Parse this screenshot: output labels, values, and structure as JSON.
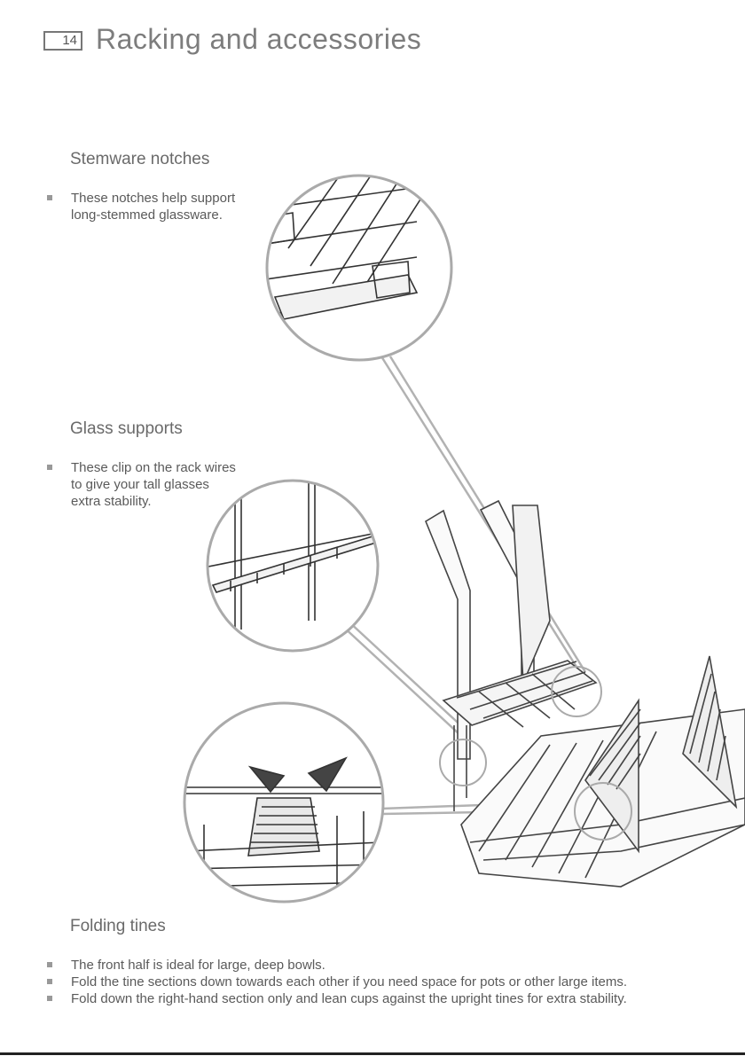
{
  "page": {
    "number": "14",
    "title": "Racking and accessories"
  },
  "sections": [
    {
      "heading": "Stemware notches",
      "bullets": [
        "These notches help support long-stemmed glassware."
      ]
    },
    {
      "heading": "Glass supports",
      "bullets": [
        "These clip on the rack wires to give your tall glasses extra stability."
      ]
    },
    {
      "heading": "Folding tines",
      "bullets": [
        "The front half is ideal for large, deep bowls.",
        "Fold the tine sections down towards each other if you need space for pots or other large items.",
        "Fold down the right-hand section only and lean cups against the upright tines for extra stability."
      ]
    }
  ]
}
